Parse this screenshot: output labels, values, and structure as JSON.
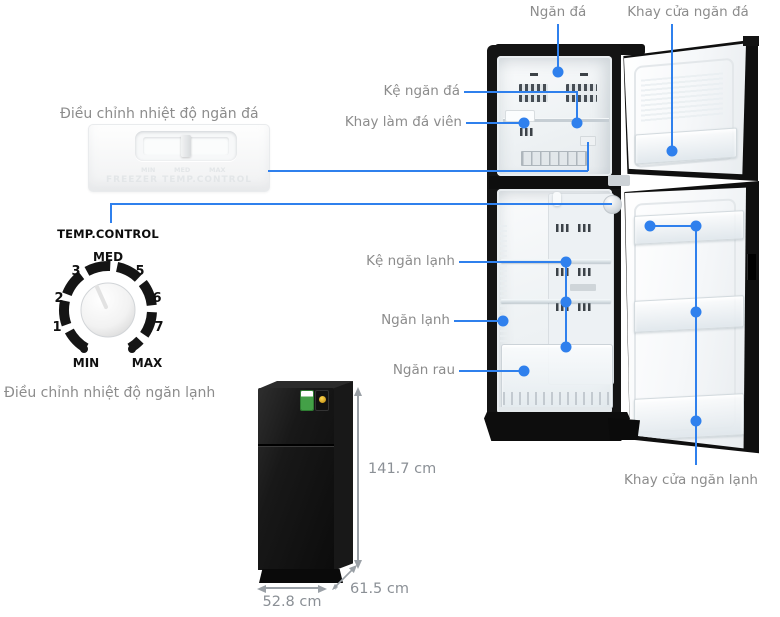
{
  "colors": {
    "accent_blue": "#2f80ed",
    "label_grey": "#8c8c8c",
    "arrow_grey": "#9aa0a6"
  },
  "freezer_slider": {
    "caption": "Điều chỉnh nhiệt độ ngăn đá",
    "scale_min": "MIN",
    "scale_med": "MED",
    "scale_max": "MAX",
    "embossed_title": "FREEZER TEMP.CONTROL"
  },
  "temp_dial": {
    "title": "TEMP.CONTROL",
    "caption": "Điều chỉnh nhiệt độ ngăn lạnh",
    "med": "MED",
    "min": "MIN",
    "max": "MAX",
    "numbers_left": [
      "3",
      "2",
      "1"
    ],
    "numbers_right": [
      "5",
      "6",
      "7"
    ]
  },
  "fridge_labels": {
    "ngan_da": "Ngăn đá",
    "khay_cua_ngan_da": "Khay cửa ngăn đá",
    "ke_ngan_da": "Kệ ngăn đá",
    "khay_lam_da_vien": "Khay làm đá viên",
    "ke_ngan_lanh": "Kệ ngăn lạnh",
    "ngan_lanh": "Ngăn lạnh",
    "ngan_rau": "Ngăn rau",
    "khay_cua_ngan_lanh": "Khay cửa ngăn lạnh"
  },
  "dimensions": {
    "height": "141.7 cm",
    "depth": "61.5 cm",
    "width": "52.8 cm"
  }
}
